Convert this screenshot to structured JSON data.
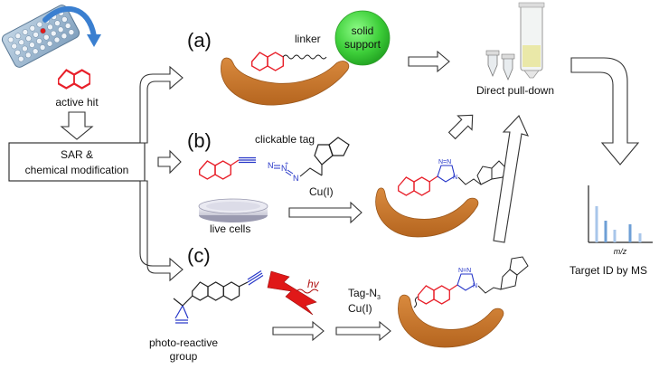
{
  "labels": {
    "active_hit": "active hit",
    "sar_line1": "SAR &",
    "sar_line2": "chemical modification",
    "panel_a": "(a)",
    "panel_b": "(b)",
    "panel_c": "(c)",
    "linker": "linker",
    "solid_support_line1": "solid",
    "solid_support_line2": "support",
    "clickable_tag": "clickable tag",
    "cu_i": "Cu(I)",
    "live_cells": "live cells",
    "hv": "hv",
    "tag_n3": "Tag-N",
    "tag_n3_sub": "3",
    "cu_i_c": "Cu(I)",
    "photo_reactive_line1": "photo-reactive",
    "photo_reactive_line2": "group",
    "direct_pulldown": "Direct pull-down",
    "ms_axis": "m/z",
    "target_id": "Target ID by MS",
    "azide_n": "N",
    "azide_plus": "+",
    "azide_minus": "-",
    "n_atom": "N",
    "n_eq_n": "N=N"
  },
  "colors": {
    "molecule_red": "#e8202a",
    "triazole_blue": "#2636c8",
    "protein_orange": "#c8772e",
    "protein_dark": "#a85e1e",
    "support_green": "#3ecf3a",
    "plate_blue": "#8fb0cc",
    "hit_red": "#e11a1a",
    "lightning_red": "#e01818",
    "ms_bar_blue": "#6e9fd6",
    "ms_bar_light": "#a8c6ea",
    "arrow_outline": "#333333"
  },
  "icons": {
    "well_plate": "well-plate-icon",
    "curved_arrow": "curved-arrow-icon",
    "petri_dish": "petri-dish-icon",
    "lightning": "lightning-icon",
    "column": "spin-column-icon",
    "tubes": "tube-icon",
    "mass_spectrum": "mass-spectrum-icon"
  }
}
